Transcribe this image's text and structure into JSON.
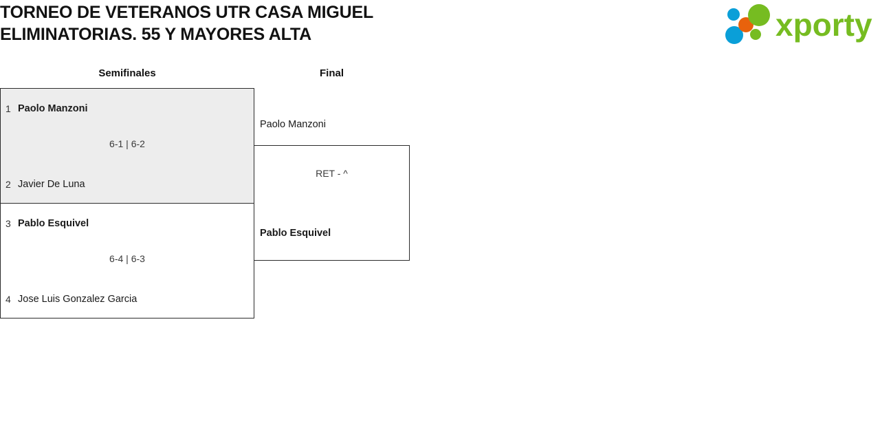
{
  "header": {
    "title": "TORNEO DE VETERANOS UTR CASA MIGUEL ELIMINATORIAS. 55 Y MAYORES ALTA",
    "logo_text": "xporty",
    "logo_colors": {
      "green": "#76bc21",
      "blue": "#0a9fd8",
      "orange": "#e8620c"
    }
  },
  "bracket": {
    "rounds": [
      {
        "name": "semifinals",
        "label": "Semifinales"
      },
      {
        "name": "final",
        "label": "Final"
      }
    ],
    "matches": {
      "semifinal_1": {
        "highlighted": true,
        "top": {
          "seed": "1",
          "name": "Paolo Manzoni",
          "winner": true
        },
        "bottom": {
          "seed": "2",
          "name": "Javier De Luna",
          "winner": false
        },
        "score": "6-1 | 6-2"
      },
      "semifinal_2": {
        "highlighted": false,
        "top": {
          "seed": "3",
          "name": "Pablo Esquivel",
          "winner": true
        },
        "bottom": {
          "seed": "4",
          "name": "Jose Luis Gonzalez Garcia",
          "winner": false
        },
        "score": "6-4 | 6-3"
      },
      "final": {
        "highlighted": false,
        "top": {
          "seed": "",
          "name": "Paolo Manzoni",
          "winner": false
        },
        "bottom": {
          "seed": "",
          "name": "Pablo Esquivel",
          "winner": true
        },
        "score": "RET - ^"
      }
    }
  }
}
